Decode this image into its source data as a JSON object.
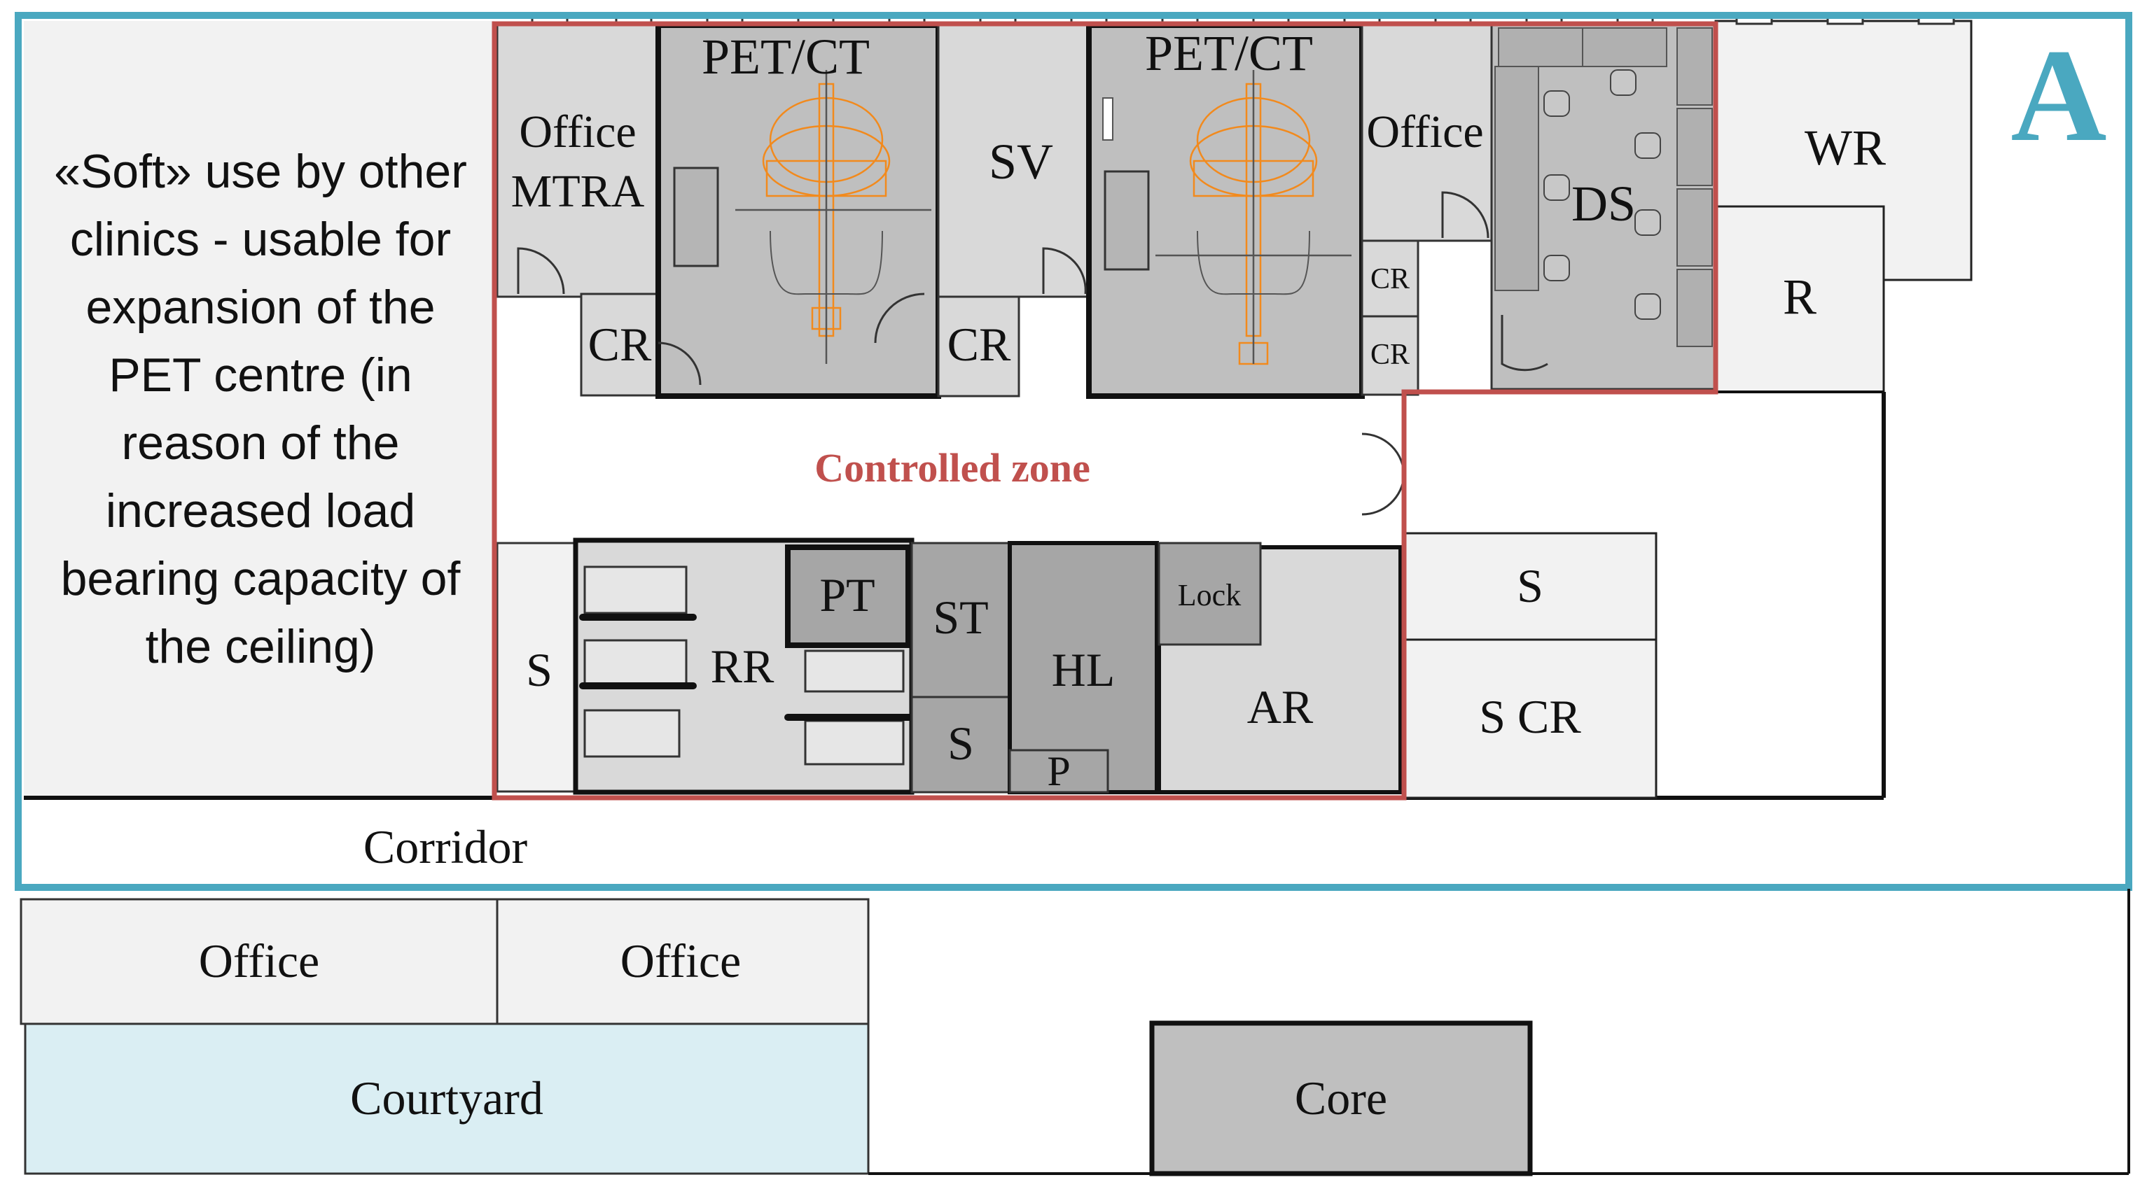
{
  "plan": {
    "section_letter": "A",
    "zone_label": "Controlled zone",
    "note_lines": [
      "«Soft» use by other",
      "clinics - usable for",
      "expansion of the",
      "PET centre (in",
      "reason of the",
      "increased load",
      "bearing capacity of",
      "the ceiling)"
    ],
    "rooms": {
      "pet_ct_1": "PET/CT",
      "pet_ct_2": "PET/CT",
      "office_mtra_1": "Office",
      "office_mtra_2": "MTRA",
      "sv": "SV",
      "office_3": "Office",
      "ds": "DS",
      "wr": "WR",
      "r": "R",
      "cr_1": "CR",
      "cr_2": "CR",
      "cr_3": "CR",
      "cr_4": "CR",
      "s_left": "S",
      "rr": "RR",
      "pt": "PT",
      "st": "ST",
      "s_mid": "S",
      "hl": "HL",
      "p": "P",
      "lock": "Lock",
      "ar": "AR",
      "s_right": "S",
      "s_cr": "S CR",
      "corridor": "Corridor",
      "office_bottom_1": "Office",
      "office_bottom_2": "Office",
      "courtyard": "Courtyard",
      "core": "Core"
    },
    "colors": {
      "section_outline": "#4aa8c0",
      "controlled_zone": "#c0504d",
      "room_light": "#f2f2f2",
      "room_mid": "#d9d9d9",
      "room_gray": "#bfbfbf",
      "room_dark": "#a6a6a6",
      "courtyard": "#daeef3",
      "equipment": "#f28a1d"
    }
  }
}
